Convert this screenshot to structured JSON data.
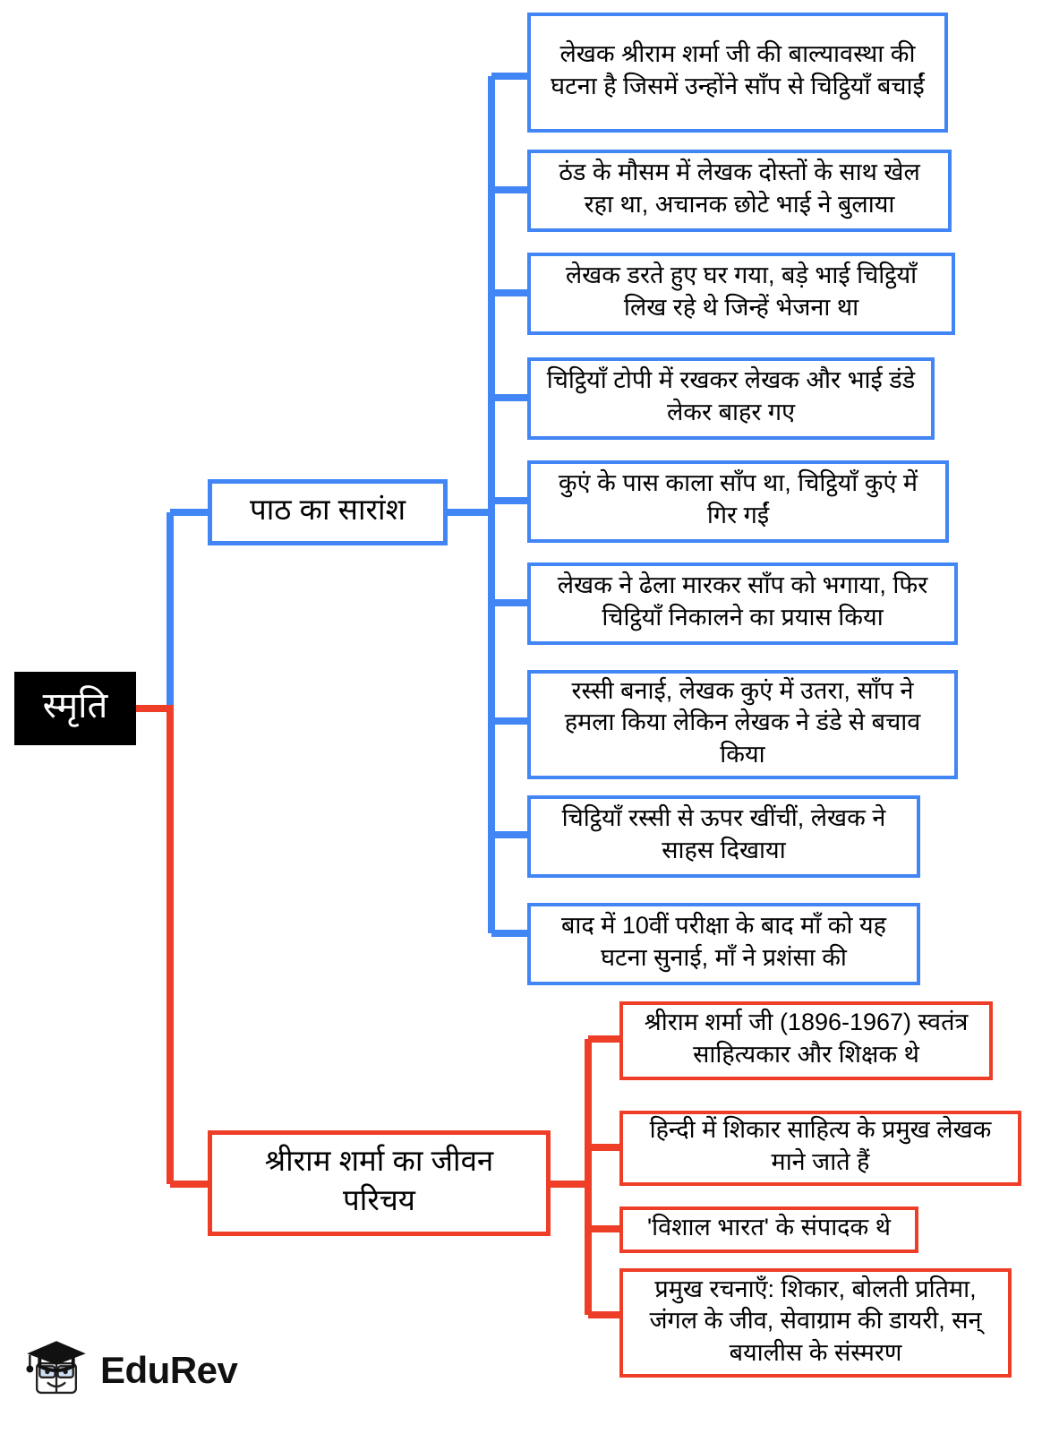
{
  "diagram": {
    "type": "mindmap",
    "title": "स्मृति",
    "colors": {
      "root_bg": "#000000",
      "root_text": "#ffffff",
      "blue_branch": "#4285f4",
      "red_branch": "#ee3e28",
      "node_bg": "#ffffff",
      "node_text": "#000000"
    },
    "root": {
      "label": "स्मृति"
    },
    "branches": [
      {
        "id": "summary",
        "label": "पाठ का सारांश",
        "color": "#4285f4",
        "leaves": [
          {
            "text": "लेखक श्रीराम शर्मा जी की बाल्यावस्था की घटना है जिसमें उन्होंने साँप से चिट्ठियाँ बचाईं"
          },
          {
            "text": "ठंड के मौसम में लेखक दोस्तों के साथ खेल रहा था, अचानक छोटे भाई ने बुलाया"
          },
          {
            "text": "लेखक डरते हुए घर गया, बड़े भाई चिट्ठियाँ लिख रहे थे जिन्हें भेजना था"
          },
          {
            "text": "चिट्ठियाँ टोपी में रखकर लेखक और भाई डंडे लेकर बाहर गए"
          },
          {
            "text": "कुएं के पास काला साँप था, चिट्ठियाँ कुएं में गिर गईं"
          },
          {
            "text": "लेखक ने ढेला मारकर साँप को भगाया, फिर चिट्ठियाँ निकालने का प्रयास किया"
          },
          {
            "text": "रस्सी बनाई, लेखक कुएं में उतरा, साँप ने हमला किया लेकिन लेखक ने डंडे से बचाव किया"
          },
          {
            "text": "चिट्ठियाँ रस्सी से ऊपर खींचीं, लेखक ने साहस दिखाया"
          },
          {
            "text": "बाद में 10वीं परीक्षा के बाद माँ को यह घटना सुनाई, माँ ने प्रशंसा की"
          }
        ]
      },
      {
        "id": "biography",
        "label": "श्रीराम शर्मा का जीवन परिचय",
        "color": "#ee3e28",
        "leaves": [
          {
            "text": "श्रीराम शर्मा जी (1896-1967) स्वतंत्र साहित्यकार और शिक्षक थे"
          },
          {
            "text": "हिन्दी में शिकार साहित्य के प्रमुख लेखक माने जाते हैं"
          },
          {
            "text": "'विशाल भारत' के संपादक थे"
          },
          {
            "text": "प्रमुख रचनाएँ: शिकार, बोलती प्रतिमा, जंगल के जीव, सेवाग्राम की डायरी, सन् बयालीस के संस्मरण"
          }
        ]
      }
    ]
  },
  "footer": {
    "brand": "EduRev",
    "logo_icon": "graduation-cap-book-icon"
  }
}
